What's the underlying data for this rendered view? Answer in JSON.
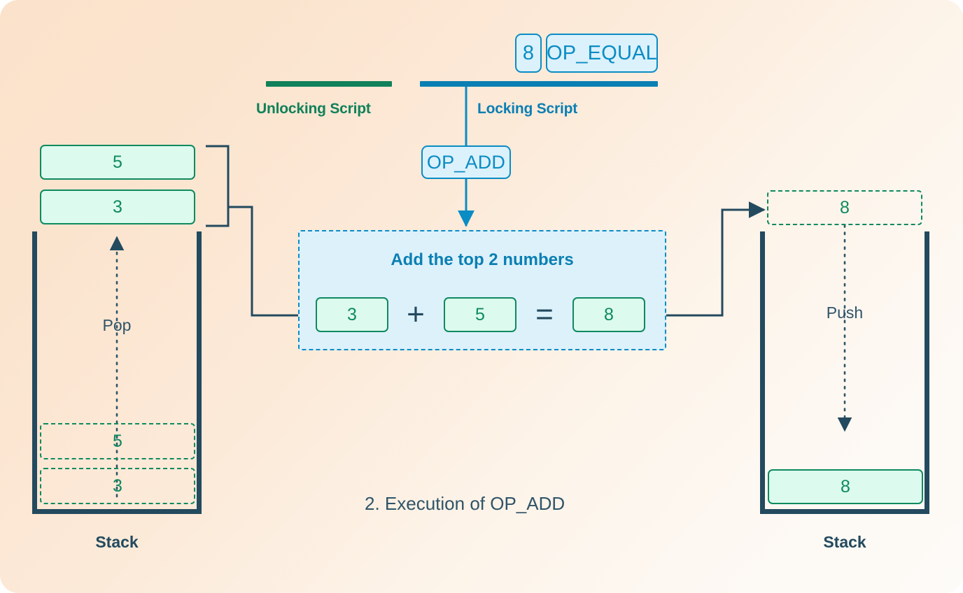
{
  "caption": "2. Execution of OP_ADD",
  "colors": {
    "green": "#0F8A5F",
    "green_fill": "#DCFAEE",
    "blue": "#0A8CC4",
    "blue_dark": "#0A7FB3",
    "blue_fill": "#DBF1FC",
    "navy": "#234A5E",
    "bg_start": "#FBE2CB",
    "bg_end": "#FDFBF8"
  },
  "scripts": {
    "unlocking": {
      "label": "Unlocking Script"
    },
    "locking": {
      "label": "Locking Script",
      "remaining_ops": [
        {
          "name": "op-value-8",
          "text": "8"
        },
        {
          "name": "op-equal",
          "text": "OP_EQUAL"
        }
      ],
      "current_op": {
        "name": "op-add",
        "text": "OP_ADD"
      }
    }
  },
  "left_stack": {
    "label": "Stack",
    "flow_label": "Pop",
    "popped_items": [
      {
        "text": "5"
      },
      {
        "text": "3"
      }
    ],
    "ghost_items": [
      {
        "text": "5"
      },
      {
        "text": "3"
      }
    ]
  },
  "operation": {
    "title": "Add the top 2 numbers",
    "operand_a": "3",
    "operator": "+",
    "operand_b": "5",
    "equals": "=",
    "result": "8"
  },
  "right_stack": {
    "label": "Stack",
    "flow_label": "Push",
    "incoming_item": {
      "text": "8"
    },
    "stack_items": [
      {
        "text": "8"
      }
    ]
  }
}
